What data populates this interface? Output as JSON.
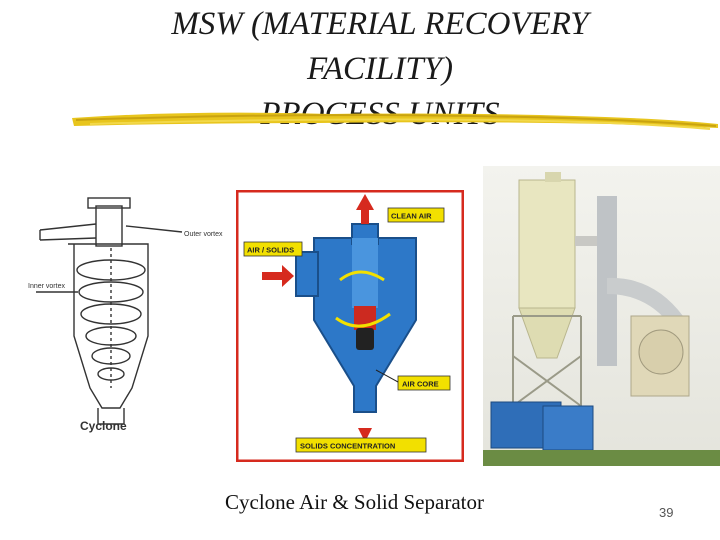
{
  "title": {
    "line1": "MSW (MATERIAL RECOVERY",
    "line2": "FACILITY)",
    "line3": "PROCESS UNITS"
  },
  "line_diagram": {
    "outer_label": "Outer vortex",
    "inner_label": "Inner vortex",
    "name": "Cyclone"
  },
  "color_diagram": {
    "clean_air": "CLEAN AIR",
    "air_solids": "AIR / SOLIDS",
    "air_core": "AIR CORE",
    "solids": "SOLIDS CONCENTRATION"
  },
  "caption": "Cyclone Air & Solid Separator",
  "page_number": "39",
  "colors": {
    "underline": "#e6c21a",
    "frame_red": "#d62a1e",
    "body_blue": "#2d78c8",
    "label_yellow": "#f2e000"
  }
}
